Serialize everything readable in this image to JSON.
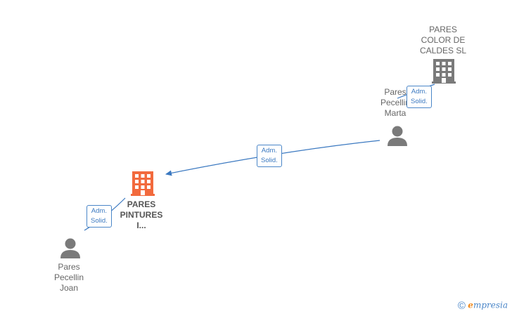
{
  "nodes": {
    "company_top": {
      "label_lines": [
        "PARES",
        "COLOR DE",
        "CALDES SL"
      ],
      "icon": "building-icon",
      "color": "#7a7a7a"
    },
    "company_main": {
      "label_lines": [
        "PARES",
        "PINTURES",
        "I..."
      ],
      "icon": "building-icon",
      "color": "#f26a3d"
    },
    "person_marta": {
      "label_lines": [
        "Pares",
        "Pecellin",
        "Marta"
      ],
      "icon": "person-icon",
      "color": "#7a7a7a"
    },
    "person_joan": {
      "label_lines": [
        "Pares",
        "Pecellin",
        "Joan"
      ],
      "icon": "person-icon",
      "color": "#7a7a7a"
    }
  },
  "edges": {
    "marta_top": {
      "label_lines": [
        "Adm.",
        "Solid."
      ]
    },
    "marta_main": {
      "label_lines": [
        "Adm.",
        "Solid."
      ]
    },
    "joan_main": {
      "label_lines": [
        "Adm.",
        "Solid."
      ]
    }
  },
  "edge_color": "#3a78c0",
  "watermark": {
    "copyright": "©",
    "brand_initial": "e",
    "brand_rest": "mpresia"
  }
}
